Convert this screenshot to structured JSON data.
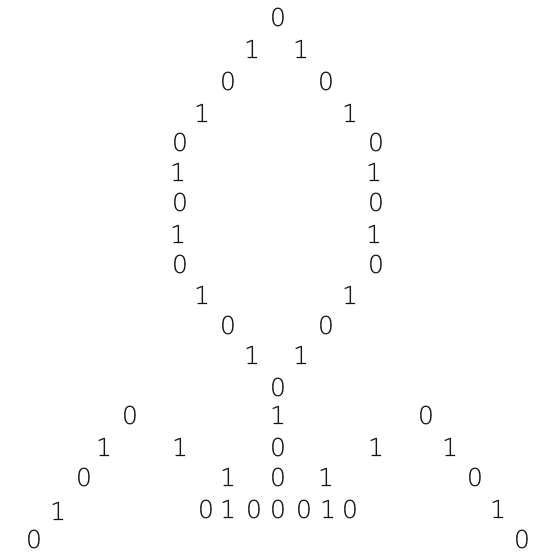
{
  "text_color": "#111111",
  "background_color": "#ffffff",
  "glyphs": [
    "0",
    "1",
    "1",
    "0",
    "0",
    "1",
    "1",
    "0",
    "0",
    "1",
    "1",
    "0",
    "0",
    "1",
    "1",
    "0",
    "0",
    "1",
    "1",
    "0",
    "0",
    "1",
    "1",
    "0",
    "1",
    "0",
    "0",
    "1",
    "1",
    "0",
    "1",
    "1",
    "0",
    "1",
    "0",
    "1",
    "0",
    "0",
    "1",
    "0",
    "0",
    "0",
    "1",
    "0",
    "0",
    "0"
  ]
}
